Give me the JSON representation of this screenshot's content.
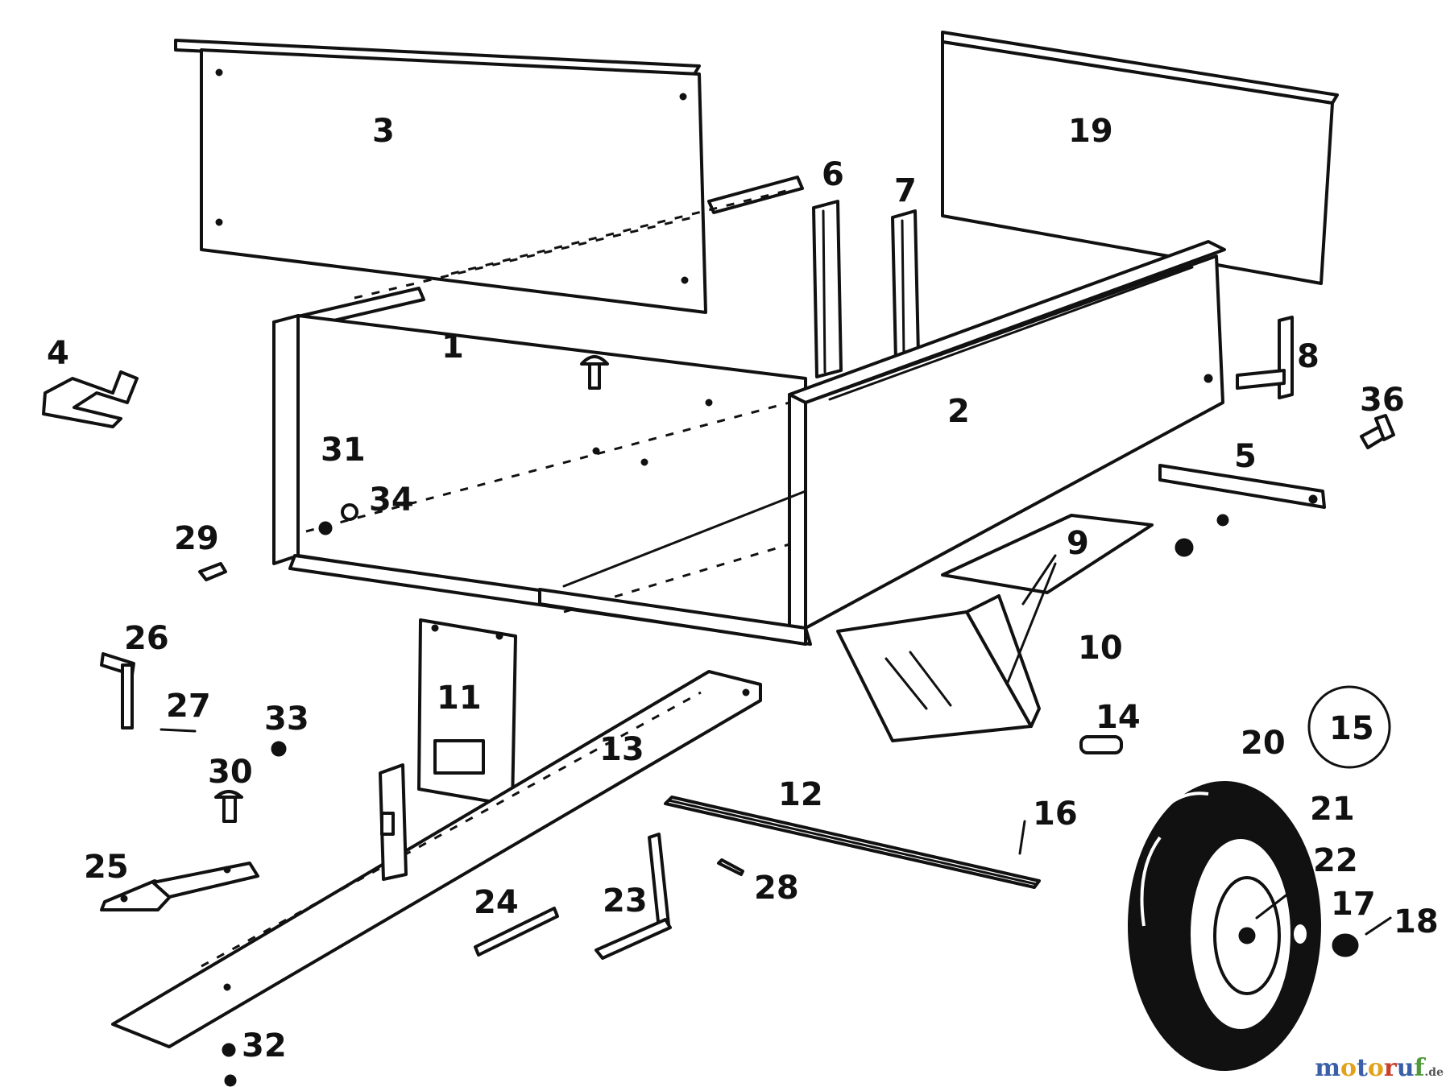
{
  "parts": [
    {
      "id": "1",
      "label": "1"
    },
    {
      "id": "2",
      "label": "2"
    },
    {
      "id": "3",
      "label": "3"
    },
    {
      "id": "4",
      "label": "4"
    },
    {
      "id": "5",
      "label": "5"
    },
    {
      "id": "6",
      "label": "6"
    },
    {
      "id": "7",
      "label": "7"
    },
    {
      "id": "8",
      "label": "8"
    },
    {
      "id": "9",
      "label": "9"
    },
    {
      "id": "10",
      "label": "10"
    },
    {
      "id": "11",
      "label": "11"
    },
    {
      "id": "12",
      "label": "12"
    },
    {
      "id": "13",
      "label": "13"
    },
    {
      "id": "14",
      "label": "14"
    },
    {
      "id": "15",
      "label": "15"
    },
    {
      "id": "16",
      "label": "16"
    },
    {
      "id": "17",
      "label": "17"
    },
    {
      "id": "18",
      "label": "18"
    },
    {
      "id": "19",
      "label": "19"
    },
    {
      "id": "20",
      "label": "20"
    },
    {
      "id": "21",
      "label": "21"
    },
    {
      "id": "22",
      "label": "22"
    },
    {
      "id": "23",
      "label": "23"
    },
    {
      "id": "24",
      "label": "24"
    },
    {
      "id": "25",
      "label": "25"
    },
    {
      "id": "26",
      "label": "26"
    },
    {
      "id": "27",
      "label": "27"
    },
    {
      "id": "28",
      "label": "28"
    },
    {
      "id": "29",
      "label": "29"
    },
    {
      "id": "30",
      "label": "30"
    },
    {
      "id": "31",
      "label": "31"
    },
    {
      "id": "32",
      "label": "32"
    },
    {
      "id": "33",
      "label": "33"
    },
    {
      "id": "34",
      "label": "34"
    },
    {
      "id": "36",
      "label": "36"
    }
  ],
  "watermark": {
    "brand": "motoruf",
    "tld": ".de",
    "brand_colors": {
      "m": "#3a5fa8",
      "o": "#e2a21c",
      "t": "#3a5fa8",
      "r": "#c8402a",
      "u": "#3a5fa8",
      "f": "#4e9a3a",
      "tld": "#555555"
    }
  }
}
